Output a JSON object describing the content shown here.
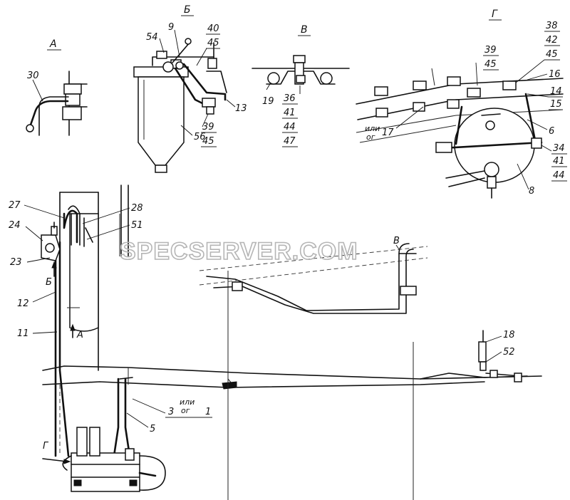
{
  "views": {
    "a": "А",
    "b": "Б",
    "v": "В",
    "g": "Г"
  },
  "watermark": "SPECSERVER.COM",
  "labels": {
    "p30": "30",
    "p9": "9",
    "p54": "54",
    "p40": "40",
    "p45a": "45",
    "p13": "13",
    "p56": "56",
    "p39a": "39",
    "p45b": "45",
    "p19": "19",
    "p36": "36",
    "p41a": "41",
    "p44a": "44",
    "p47": "47",
    "p39b": "39",
    "p45c": "45",
    "p38": "38",
    "p42": "42",
    "p45d": "45",
    "p16": "16",
    "p14": "14",
    "p15": "15",
    "p17": "17",
    "ili_og_1": "или\nог",
    "p6": "6",
    "p34": "34",
    "p41b": "41",
    "p44b": "44",
    "p8": "8",
    "p27": "27",
    "p28": "28",
    "p51": "51",
    "p24": "24",
    "p23": "23",
    "p12": "12",
    "p11": "11",
    "p18": "18",
    "p52": "52",
    "p3": "3",
    "p1": "1",
    "ili_og_2": "или\nог",
    "p5": "5",
    "arrow_b": "Б",
    "arrow_a": "А",
    "arrow_v": "В",
    "arrow_g": "Г"
  }
}
